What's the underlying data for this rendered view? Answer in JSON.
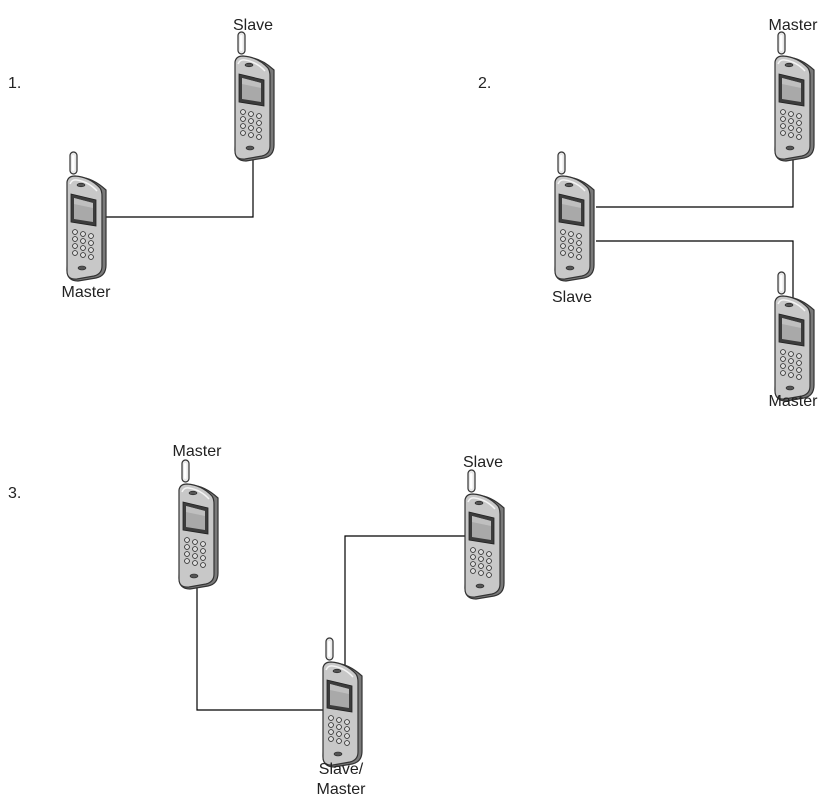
{
  "scenarios": [
    {
      "number": "1.",
      "devices": [
        {
          "role": "Slave"
        },
        {
          "role": "Master"
        }
      ]
    },
    {
      "number": "2.",
      "devices": [
        {
          "role": "Master"
        },
        {
          "role": "Slave"
        },
        {
          "role": "Master"
        }
      ]
    },
    {
      "number": "3.",
      "devices": [
        {
          "role": "Master"
        },
        {
          "role": "Slave"
        },
        {
          "role": "Slave/\nMaster"
        }
      ]
    }
  ],
  "icons": {
    "device": "mobile-phone-icon"
  },
  "colors": {
    "line": "#000000",
    "phone_body": "#c8c8c8",
    "phone_dark": "#7a7a7a",
    "screen": "#a9a9a9",
    "outline": "#333333"
  }
}
